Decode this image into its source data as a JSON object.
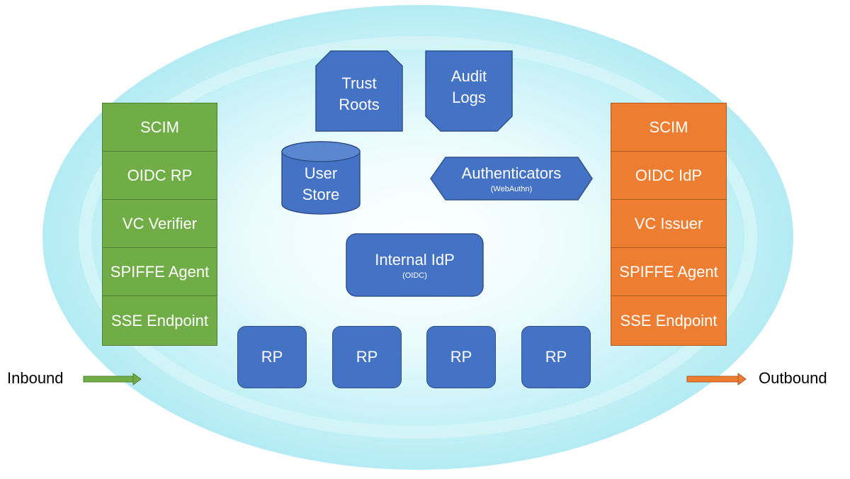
{
  "inbound": {
    "label": "Inbound",
    "stack": [
      "SCIM",
      "OIDC RP",
      "VC Verifier",
      "SPIFFE Agent",
      "SSE Endpoint"
    ]
  },
  "outbound": {
    "label": "Outbound",
    "stack": [
      "SCIM",
      "OIDC IdP",
      "VC Issuer",
      "SPIFFE Agent",
      "SSE Endpoint"
    ]
  },
  "core": {
    "trust_roots": [
      "Trust",
      "Roots"
    ],
    "audit_logs": [
      "Audit",
      "Logs"
    ],
    "user_store": [
      "User",
      "Store"
    ],
    "authenticators": {
      "title": "Authenticators",
      "sub": "(WebAuthn)"
    },
    "internal_idp": {
      "title": "Internal IdP",
      "sub": "(OIDC)"
    },
    "rps": [
      "RP",
      "RP",
      "RP",
      "RP"
    ]
  },
  "colors": {
    "inbound": "#70ad47",
    "outbound": "#ed7d31",
    "component": "#4472c4",
    "background_glow": "#bfeff7"
  }
}
